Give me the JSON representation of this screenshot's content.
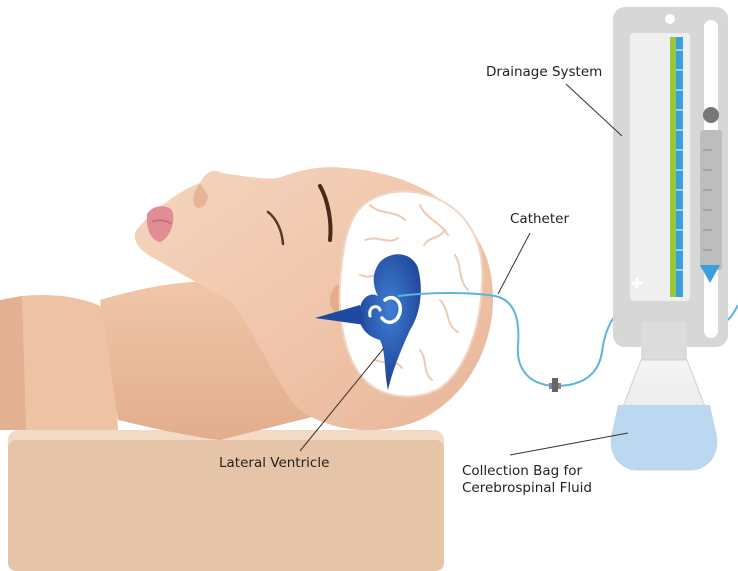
{
  "labels": {
    "drainage_system": "Drainage System",
    "catheter": "Catheter",
    "lateral_ventricle": "Lateral Ventricle",
    "collection_bag_line1": "Collection Bag for",
    "collection_bag_line2": "Cerebrospinal Fluid"
  },
  "colors": {
    "skin": "#f1c9ad",
    "skin_shadow": "#e3ae8e",
    "pillow": "#e5c3a7",
    "brain": "#ffffff",
    "ventricle": "#1f4fa6",
    "catheter": "#5ab4df",
    "device_frame": "#d9d9d9",
    "device_panel": "#eeeeee",
    "scale_green": "#9ac63b",
    "scale_blue": "#3aa0dc",
    "fluid": "#bcd8f0",
    "leader_line": "#333333"
  }
}
